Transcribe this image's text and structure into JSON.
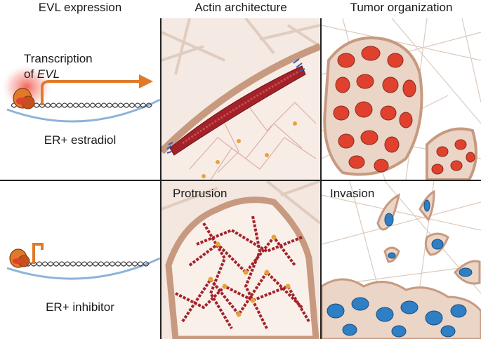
{
  "headers": {
    "col1": "EVL expression",
    "col2": "Actin architecture",
    "col3": "Tumor organization"
  },
  "row1": {
    "transcription_line1": "Transcription",
    "transcription_of": "of",
    "transcription_gene": "EVL",
    "condition": "ER+ estradiol"
  },
  "row2": {
    "condition": "ER+ inhibitor",
    "actin_label": "Protrusion",
    "tumor_label": "Invasion"
  },
  "colors": {
    "actin_red": "#a3222a",
    "nucleus_red": "#e0412e",
    "nucleus_blue": "#2e7fc4",
    "arrow_orange": "#e07a2a",
    "membrane_tan": "#c79a80"
  }
}
